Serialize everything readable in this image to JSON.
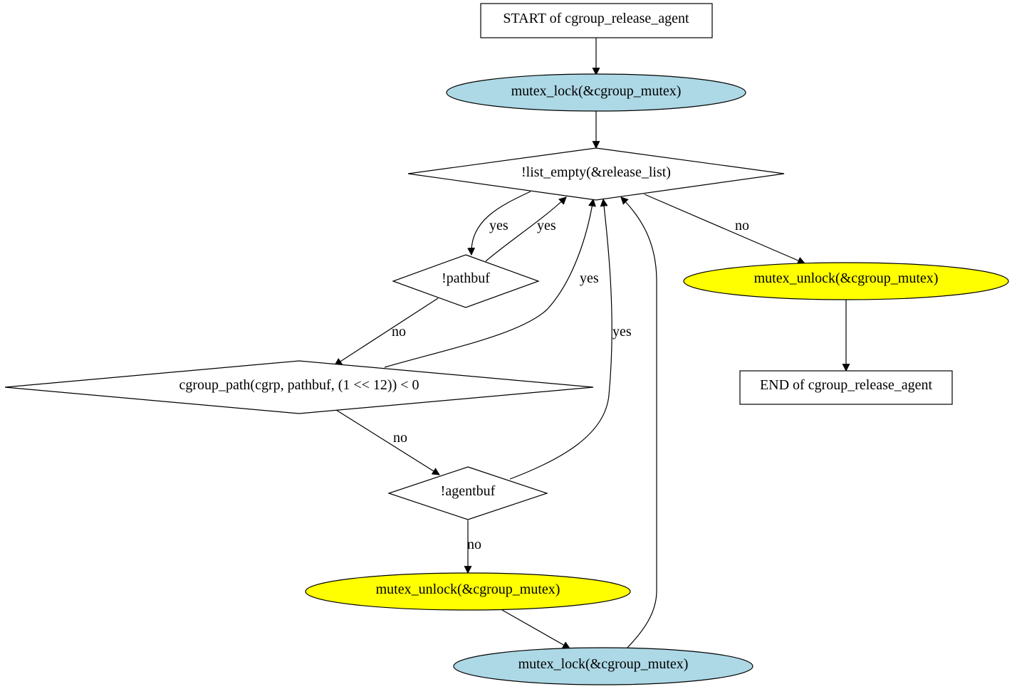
{
  "nodes": {
    "start": {
      "label": "START of cgroup_release_agent"
    },
    "lock1": {
      "label": "mutex_lock(&cgroup_mutex)",
      "fill": "#add8e6"
    },
    "loop_cond": {
      "label": "!list_empty(&release_list)"
    },
    "unlock_end": {
      "label": "mutex_unlock(&cgroup_mutex)",
      "fill": "#ffff00"
    },
    "end": {
      "label": "END of cgroup_release_agent"
    },
    "pathbuf": {
      "label": "!pathbuf"
    },
    "cgroup_path": {
      "label": "cgroup_path(cgrp, pathbuf, (1 << 12)) < 0"
    },
    "agentbuf": {
      "label": "!agentbuf"
    },
    "unlock2": {
      "label": "mutex_unlock(&cgroup_mutex)",
      "fill": "#ffff00"
    },
    "lock2": {
      "label": "mutex_lock(&cgroup_mutex)",
      "fill": "#add8e6"
    }
  },
  "edge_labels": {
    "loop_to_pathbuf": "yes",
    "pathbuf_to_loop": "yes",
    "loop_to_unlock": "no",
    "cgpath_to_loop": "yes",
    "pathbuf_to_cgpath": "no",
    "agentbuf_to_loop": "yes",
    "cgpath_to_agentbuf": "no",
    "agentbuf_to_unlock": "no"
  }
}
